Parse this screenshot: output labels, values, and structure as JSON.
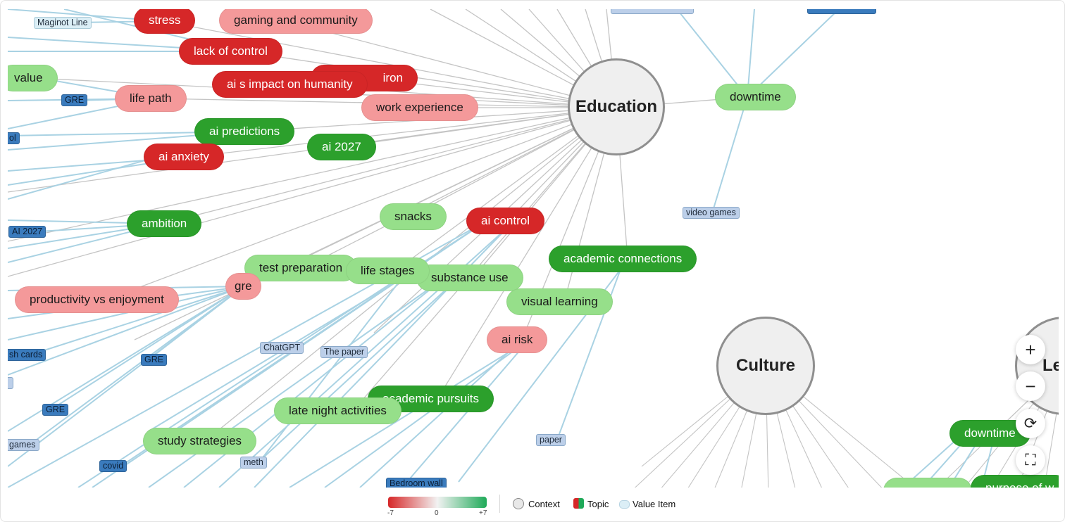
{
  "context_nodes": [
    {
      "id": "education",
      "label": "Education"
    },
    {
      "id": "culture",
      "label": "Culture"
    },
    {
      "id": "leisure",
      "label": "Lei"
    }
  ],
  "topics": [
    {
      "id": "stress",
      "label": "stress",
      "tone": "neg-strong"
    },
    {
      "id": "gaming",
      "label": "gaming and community",
      "tone": "neg-light"
    },
    {
      "id": "lack-control",
      "label": "lack of control",
      "tone": "neg-strong"
    },
    {
      "id": "value",
      "label": "value",
      "tone": "pos-light"
    },
    {
      "id": "iron",
      "label": "iron",
      "tone": "neg-strong"
    },
    {
      "id": "ai-impact",
      "label": "ai s impact on humanity",
      "tone": "neg-strong"
    },
    {
      "id": "life-path",
      "label": "life path",
      "tone": "neg-light"
    },
    {
      "id": "work-exp",
      "label": "work experience",
      "tone": "neg-light"
    },
    {
      "id": "ai-pred",
      "label": "ai predictions",
      "tone": "pos-strong"
    },
    {
      "id": "ai-2027",
      "label": "ai 2027",
      "tone": "pos-strong"
    },
    {
      "id": "ai-anxiety",
      "label": "ai anxiety",
      "tone": "neg-strong"
    },
    {
      "id": "downtime-1",
      "label": "downtime",
      "tone": "pos-light"
    },
    {
      "id": "snacks",
      "label": "snacks",
      "tone": "pos-light"
    },
    {
      "id": "ai-control",
      "label": "ai control",
      "tone": "neg-strong"
    },
    {
      "id": "ambition",
      "label": "ambition",
      "tone": "pos-strong"
    },
    {
      "id": "academic-conn",
      "label": "academic connections",
      "tone": "pos-strong"
    },
    {
      "id": "test-prep",
      "label": "test preparation",
      "tone": "pos-light"
    },
    {
      "id": "substance",
      "label": "substance use",
      "tone": "pos-light"
    },
    {
      "id": "life-stages",
      "label": "life stages",
      "tone": "pos-light"
    },
    {
      "id": "gre-topic",
      "label": "gre",
      "tone": "neg-light"
    },
    {
      "id": "productivity",
      "label": "productivity vs enjoyment",
      "tone": "neg-light"
    },
    {
      "id": "visual",
      "label": "visual learning",
      "tone": "pos-light"
    },
    {
      "id": "ai-risk",
      "label": "ai risk",
      "tone": "neg-light"
    },
    {
      "id": "academic-purs",
      "label": "academic pursuits",
      "tone": "pos-strong"
    },
    {
      "id": "late-night",
      "label": "late night activities",
      "tone": "pos-light"
    },
    {
      "id": "study",
      "label": "study strategies",
      "tone": "pos-light"
    },
    {
      "id": "downtime-2",
      "label": "downtime",
      "tone": "pos-strong"
    },
    {
      "id": "bottom-light",
      "label": "",
      "tone": "pos-light"
    },
    {
      "id": "purpose",
      "label": "purpose of w",
      "tone": "pos-strong"
    }
  ],
  "value_items": [
    {
      "id": "maginot",
      "label": "Maginot Line",
      "shade": "pale"
    },
    {
      "id": "gre-1",
      "label": "GRE",
      "shade": "dark"
    },
    {
      "id": "ol",
      "label": "ol",
      "shade": "dark"
    },
    {
      "id": "ai2027-v",
      "label": "AI 2027",
      "shade": "dark"
    },
    {
      "id": "video-games",
      "label": "video games",
      "shade": "light"
    },
    {
      "id": "flash-cards",
      "label": "sh cards",
      "shade": "dark"
    },
    {
      "id": "gre-2",
      "label": "GRE",
      "shade": "dark"
    },
    {
      "id": "chatgpt",
      "label": "ChatGPT",
      "shade": "light"
    },
    {
      "id": "the-paper",
      "label": "The paper",
      "shade": "light"
    },
    {
      "id": "gre-3",
      "label": "GRE",
      "shade": "dark"
    },
    {
      "id": "games",
      "label": "games",
      "shade": "light"
    },
    {
      "id": "paper",
      "label": "paper",
      "shade": "light"
    },
    {
      "id": "meth",
      "label": "meth",
      "shade": "light"
    },
    {
      "id": "covid",
      "label": "covid",
      "shade": "dark"
    },
    {
      "id": "bedroom",
      "label": "Bedroom wall",
      "shade": "dark"
    },
    {
      "id": "top-1",
      "label": "",
      "shade": "light"
    },
    {
      "id": "top-2",
      "label": "",
      "shade": "dark"
    },
    {
      "id": "left-1",
      "label": "",
      "shade": "light"
    }
  ],
  "controls": {
    "zoom_in": "+",
    "zoom_out": "−",
    "reset": "⟳",
    "fit": "⛶"
  },
  "legend": {
    "scale_min": "-7",
    "scale_mid": "0",
    "scale_max": "+7",
    "context_label": "Context",
    "topic_label": "Topic",
    "value_item_label": "Value Item",
    "colors": {
      "negative": "#d62728",
      "neutral": "#f2f2f2",
      "positive": "#1faa59"
    }
  }
}
